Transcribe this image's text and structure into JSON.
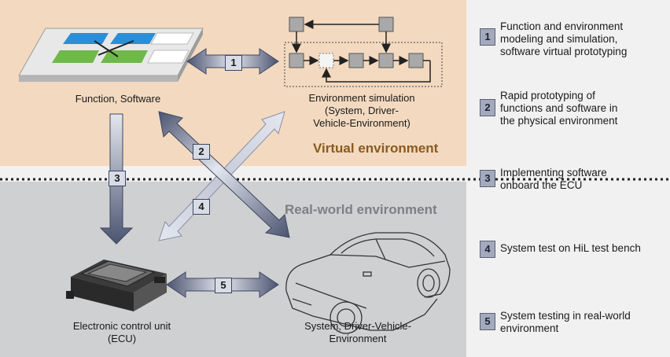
{
  "labels": {
    "function_software": "Function, Software",
    "env_sim_line1": "Environment simulation",
    "env_sim_line2": "(System, Driver-",
    "env_sim_line3": "Vehicle-Environment)",
    "ecu_line1": "Electronic control unit",
    "ecu_line2": "(ECU)",
    "system_line1": "System, Driver-Vehicle-",
    "system_line2": "Environment",
    "virtual_env": "Virtual environment",
    "real_env": "Real-world environment"
  },
  "arrows": [
    "1",
    "2",
    "3",
    "4",
    "5"
  ],
  "legend": [
    {
      "num": "1",
      "lines": [
        "Function and environment",
        "modeling and simulation,",
        "software virtual prototyping"
      ]
    },
    {
      "num": "2",
      "lines": [
        "Rapid prototyping of",
        "functions and software in",
        "the physical environment"
      ]
    },
    {
      "num": "3",
      "lines": [
        "Implementing software",
        "onboard the ECU"
      ]
    },
    {
      "num": "4",
      "lines": [
        "System test on HiL test bench"
      ]
    },
    {
      "num": "5",
      "lines": [
        "System testing in real-world",
        "environment"
      ]
    }
  ],
  "colors": {
    "virtual_bg": "#f3d9bf",
    "real_bg": "#cfd0d2",
    "legend_bg": "#f1f1f1",
    "virtual_title": "#8a5a1e",
    "real_title": "#7d7f85",
    "arrow_dark": "#4b5470",
    "arrow_light": "#d9dde8",
    "block_gray": "#a9a9a9"
  }
}
